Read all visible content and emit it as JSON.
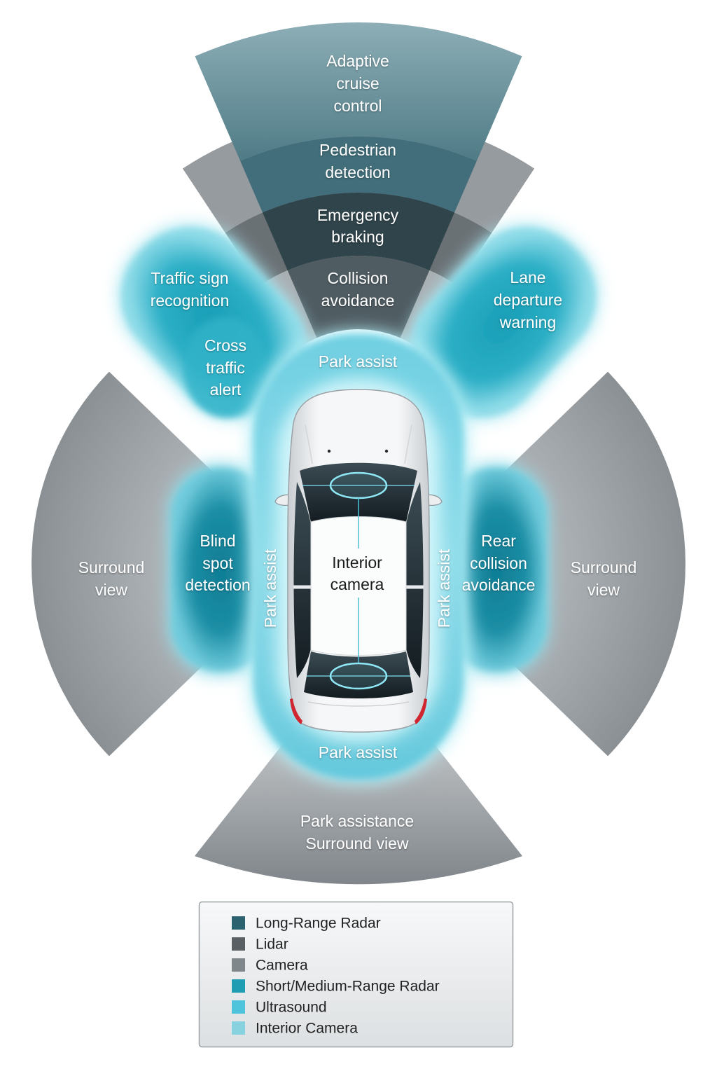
{
  "diagram": {
    "adaptive_cruise_control": [
      "Adaptive",
      "cruise",
      "control"
    ],
    "pedestrian_detection": [
      "Pedestrian",
      "detection"
    ],
    "emergency_braking": [
      "Emergency",
      "braking"
    ],
    "collision_avoidance": [
      "Collision",
      "avoidance"
    ],
    "traffic_sign_recognition": [
      "Traffic sign",
      "recognition"
    ],
    "cross_traffic_alert": [
      "Cross",
      "traffic",
      "alert"
    ],
    "lane_departure_warning": [
      "Lane",
      "departure",
      "warning"
    ],
    "park_assist_front": "Park assist",
    "surround_view_left": [
      "Surround",
      "view"
    ],
    "blind_spot_detection": [
      "Blind",
      "spot",
      "detection"
    ],
    "interior_camera": [
      "Interior",
      "camera"
    ],
    "park_assist_left": "Park assist",
    "park_assist_right": "Park assist",
    "rear_collision_avoidance": [
      "Rear",
      "collision",
      "avoidance"
    ],
    "surround_view_right": [
      "Surround",
      "view"
    ],
    "park_assist_rear": "Park assist",
    "park_assistance_surround_view": [
      "Park assistance",
      "Surround view"
    ]
  },
  "legend": {
    "items": [
      {
        "label": "Long-Range Radar",
        "color": "#2c6170"
      },
      {
        "label": "Lidar",
        "color": "#5a5f63"
      },
      {
        "label": "Camera",
        "color": "#80878b"
      },
      {
        "label": "Short/Medium-Range Radar",
        "color": "#1e9db3"
      },
      {
        "label": "Ultrasound",
        "color": "#4ec4dc"
      },
      {
        "label": "Interior Camera",
        "color": "#88d1de"
      }
    ]
  }
}
